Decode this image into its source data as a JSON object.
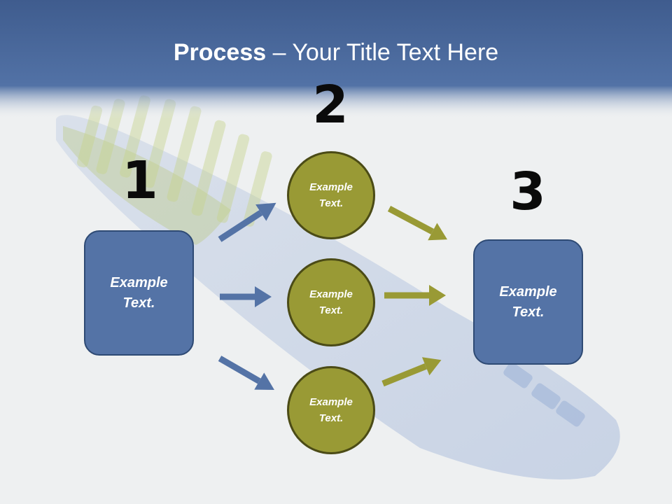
{
  "title": {
    "bold": "Process",
    "rest": " – Your Title Text Here"
  },
  "steps": [
    {
      "number": "1"
    },
    {
      "number": "2"
    },
    {
      "number": "3"
    }
  ],
  "start_box": {
    "text": "Example Text."
  },
  "circles": [
    {
      "text": "Example Text."
    },
    {
      "text": "Example Text."
    },
    {
      "text": "Example Text."
    }
  ],
  "end_box": {
    "text": "Example Text."
  },
  "colors": {
    "header": "#4f6fa3",
    "box": "#5473a6",
    "circle": "#999a35",
    "arrow_blue": "#5473a6",
    "arrow_olive": "#999a35"
  }
}
